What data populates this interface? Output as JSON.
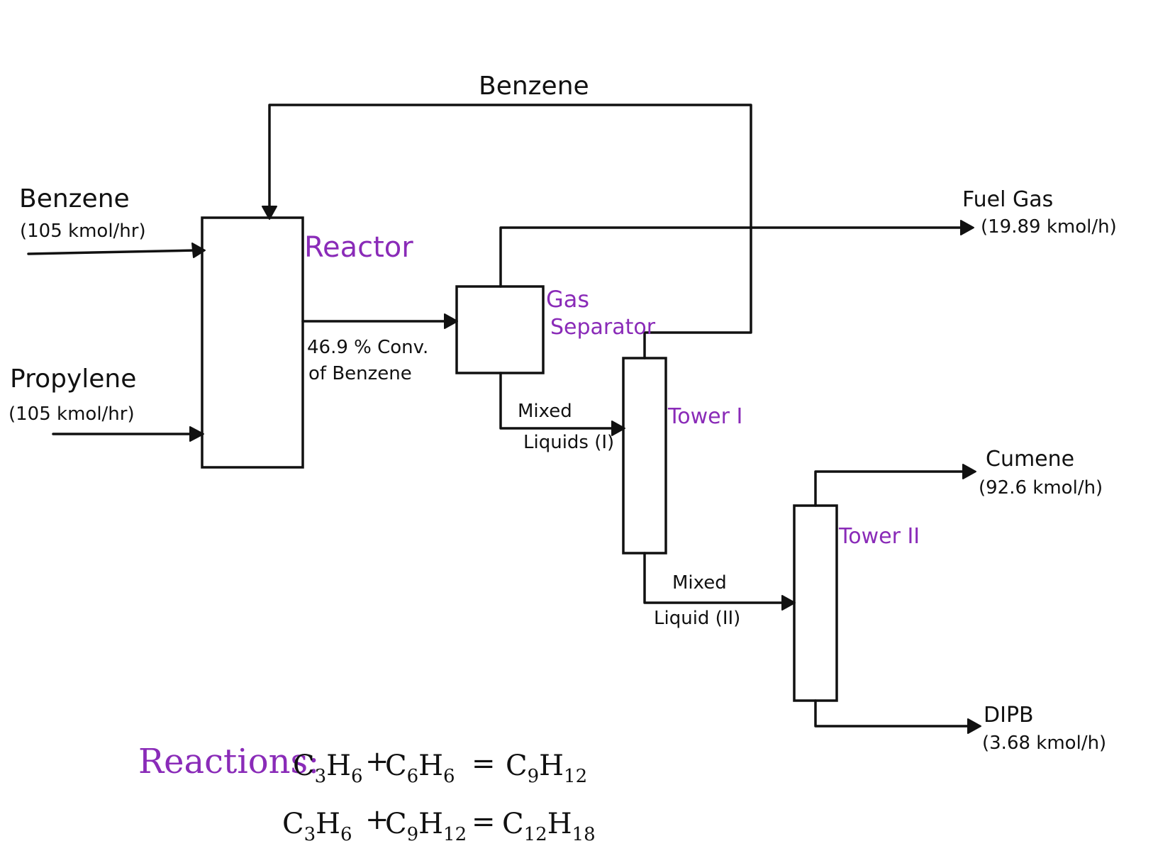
{
  "colors": {
    "ink": "#111111",
    "unit_label": "#8a2bb8",
    "background": "#ffffff"
  },
  "streams": {
    "recycle": {
      "label": "Benzene"
    },
    "benzene_feed": {
      "name": "Benzene",
      "rate": "(105 kmol/hr)"
    },
    "propylene_feed": {
      "name": "Propylene",
      "rate": "(105 kmol/hr)"
    },
    "reactor_out": {
      "line1": "46.9 % Conv.",
      "line2": "of Benzene"
    },
    "fuel_gas": {
      "name": "Fuel Gas",
      "rate": "(19.89 kmol/h)"
    },
    "mixed_liquids_1": {
      "line1": "Mixed",
      "line2": "Liquids (I)"
    },
    "mixed_liquid_2": {
      "line1": "Mixed",
      "line2": "Liquid (II)"
    },
    "cumene": {
      "name": "Cumene",
      "rate": "(92.6 kmol/h)"
    },
    "dipb": {
      "name": "DIPB",
      "rate": "(3.68 kmol/h)"
    }
  },
  "units": {
    "reactor": "Reactor",
    "gas_separator_line1": "Gas",
    "gas_separator_line2": "Separator",
    "tower1": "Tower I",
    "tower2": "Tower II"
  },
  "reactions": {
    "title": "Reactions:",
    "r1": {
      "a_base": "C",
      "a_sub1": "3",
      "a_mid": "H",
      "a_sub2": "6",
      "b_base": "C",
      "b_sub1": "6",
      "b_mid": "H",
      "b_sub2": "6",
      "p_base": "C",
      "p_sub1": "9",
      "p_mid": "H",
      "p_sub2": "12"
    },
    "r2": {
      "a_base": "C",
      "a_sub1": "3",
      "a_mid": "H",
      "a_sub2": "6",
      "b_base": "C",
      "b_sub1": "9",
      "b_mid": "H",
      "b_sub2": "12",
      "p_base": "C",
      "p_sub1": "12",
      "p_mid": "H",
      "p_sub2": "18"
    },
    "plus": "+",
    "equals": "="
  }
}
